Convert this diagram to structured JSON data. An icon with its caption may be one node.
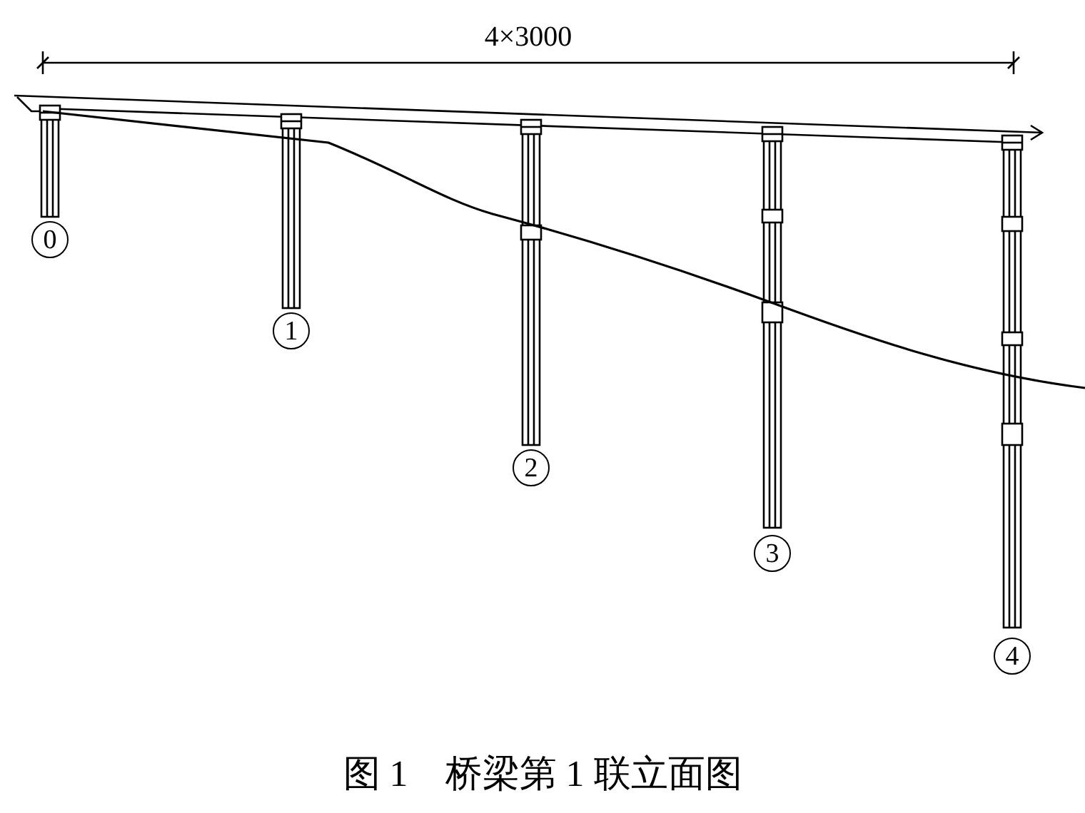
{
  "diagram": {
    "caption": "图 1　桥梁第 1 联立面图",
    "labels": [
      "4×3000",
      "0",
      "1",
      "2",
      "3",
      "4"
    ]
  }
}
